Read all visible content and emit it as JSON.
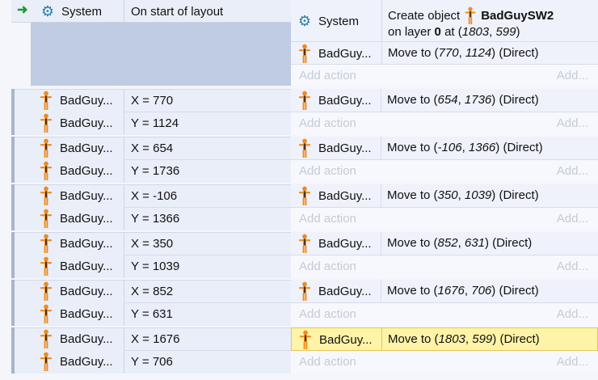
{
  "labels": {
    "add_action": "Add action",
    "add_short": "Add...",
    "system": "System",
    "badguy": "BadGuy...",
    "direct": "(Direct)",
    "move_to": "Move to"
  },
  "event1": {
    "condition_object": "System",
    "condition_text": "On start of layout",
    "create_prefix": "Create object",
    "create_object": "BadGuySW2",
    "on_layer": "on layer",
    "layer": "0",
    "at": "at",
    "x": "1803",
    "y": "599",
    "action2_x": "770",
    "action2_y": "1124"
  },
  "events": [
    {
      "cond1": "X = 770",
      "cond2": "Y = 1124",
      "mx": "654",
      "my": "1736"
    },
    {
      "cond1": "X = 654",
      "cond2": "Y = 1736",
      "mx": "-106",
      "my": "1366"
    },
    {
      "cond1": "X = -106",
      "cond2": "Y = 1366",
      "mx": "350",
      "my": "1039"
    },
    {
      "cond1": "X = 350",
      "cond2": "Y = 1039",
      "mx": "852",
      "my": "631"
    },
    {
      "cond1": "X = 852",
      "cond2": "Y = 631",
      "mx": "1676",
      "my": "706"
    },
    {
      "cond1": "X = 1676",
      "cond2": "Y = 706",
      "mx": "1803",
      "my": "599"
    }
  ],
  "colors": {
    "cond_bg": "#e9eef8",
    "selected_row": "#fff3a8",
    "trigger_arrow": "#1f9a2f"
  },
  "icons": {
    "trigger": "right-arrow-icon",
    "system": "gear-icon",
    "sprite": "orange-stick-figure-icon"
  }
}
